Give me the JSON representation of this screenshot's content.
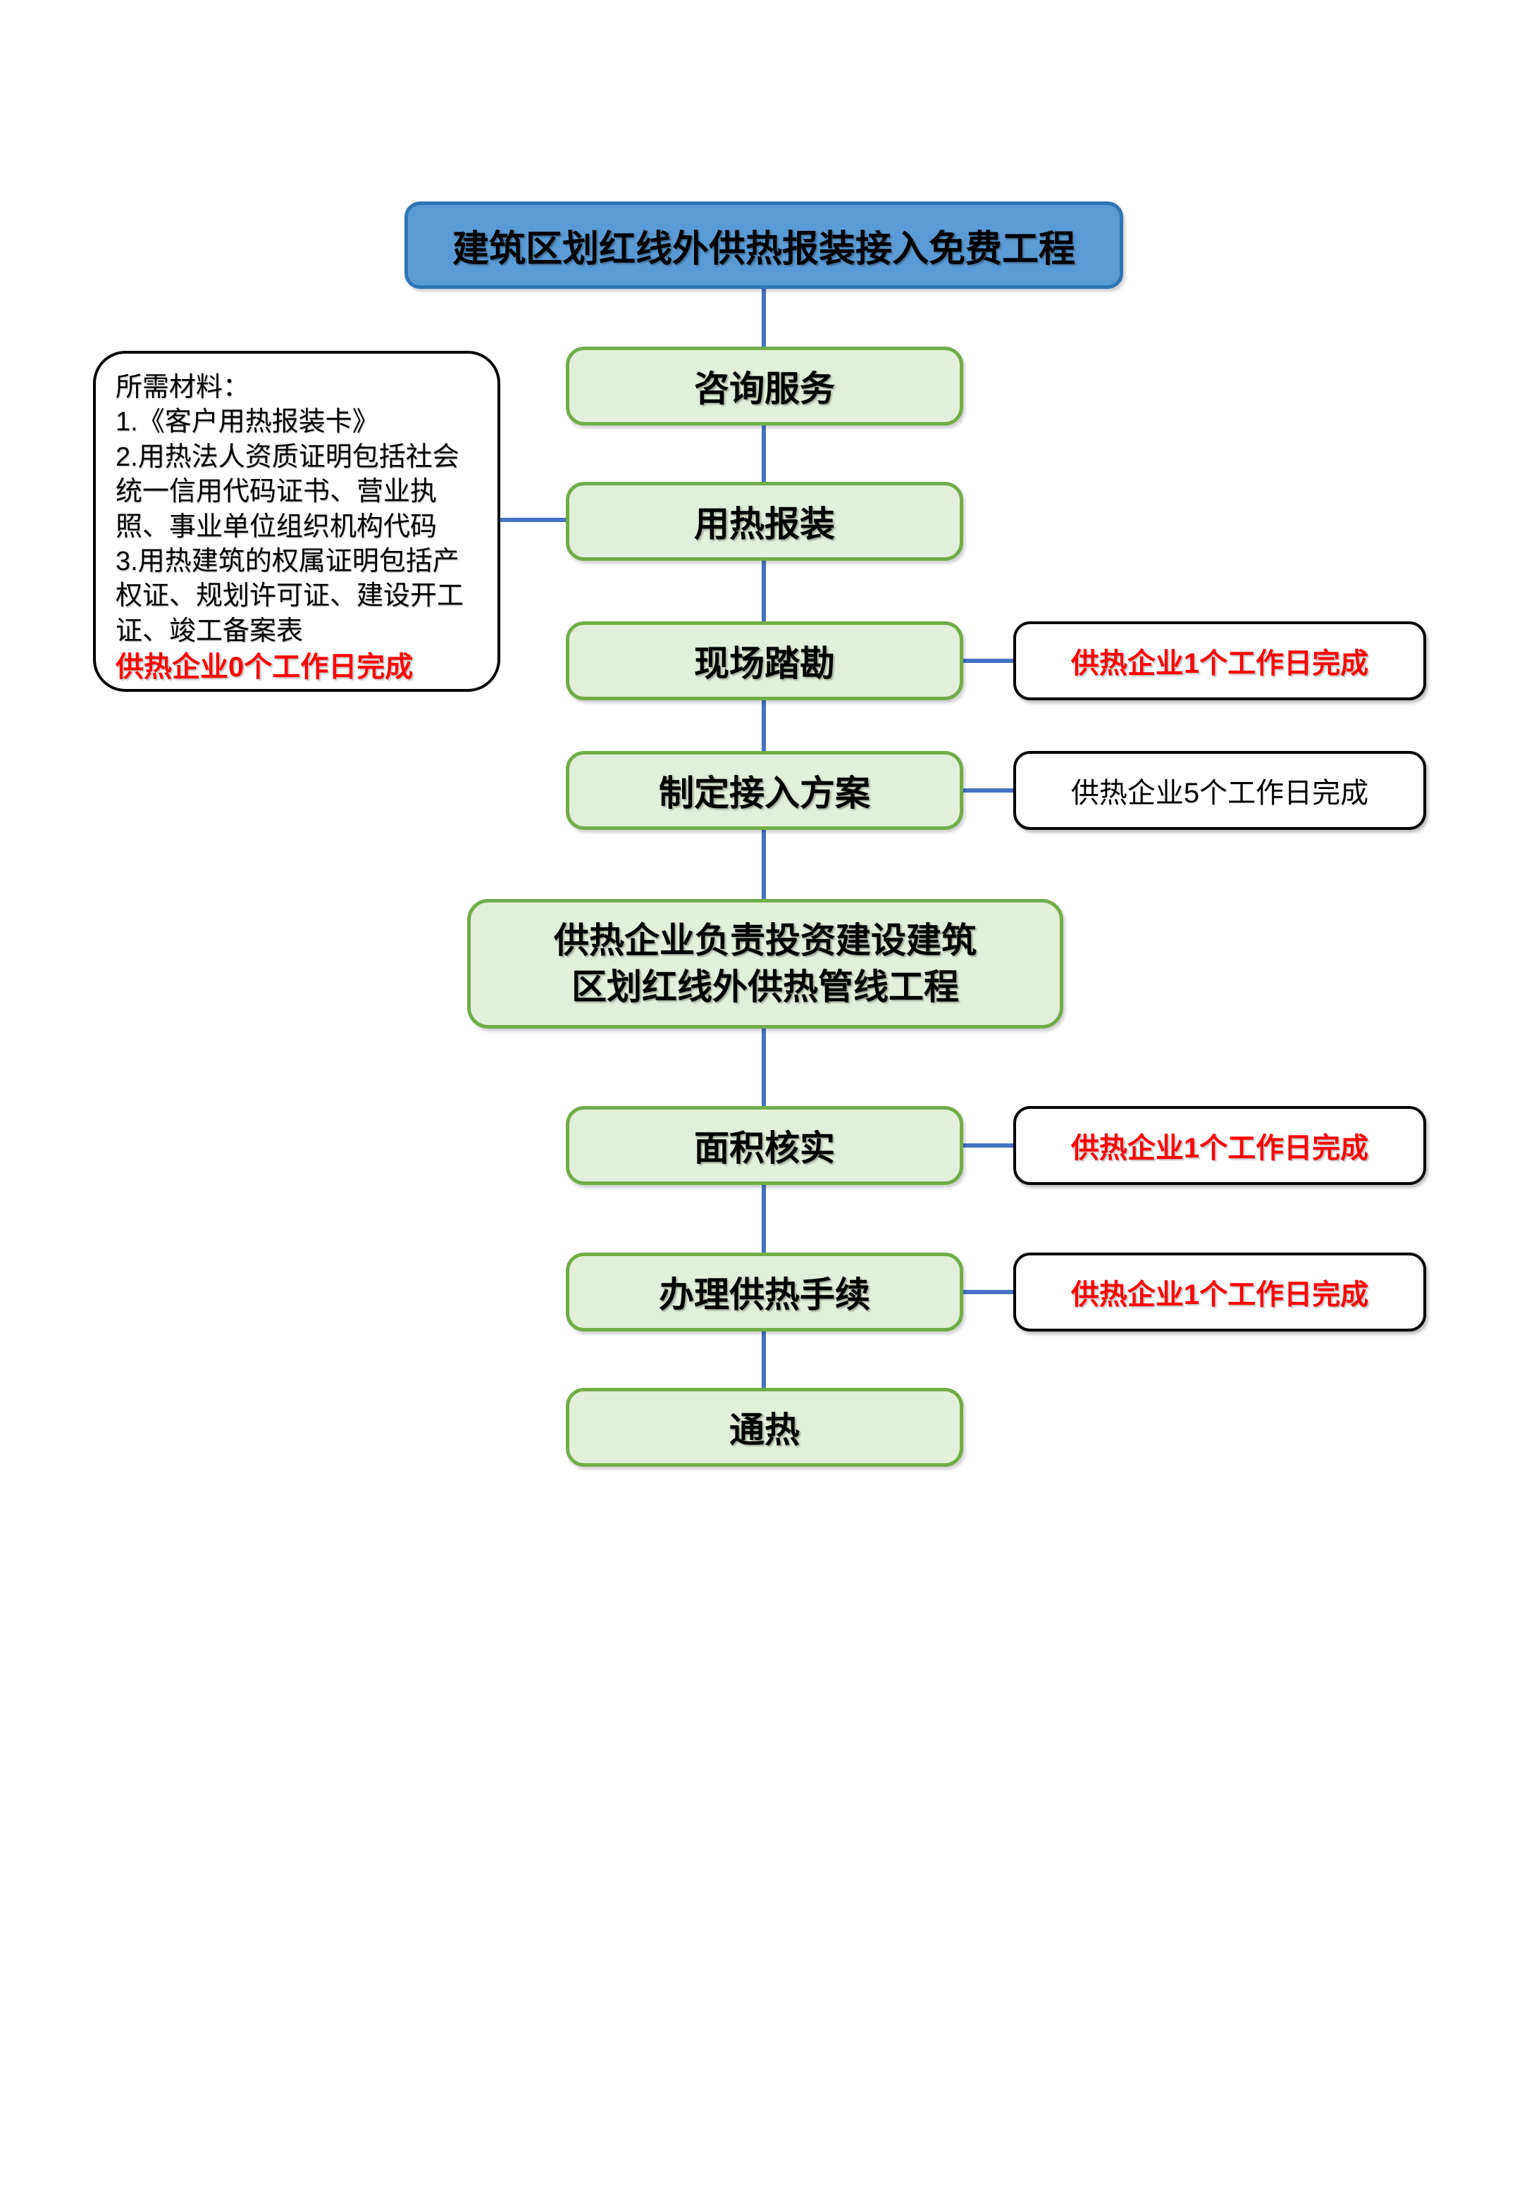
{
  "title": "建筑区划红线外供热报装接入免费工程",
  "materials": {
    "header": "所需材料：",
    "items": [
      "1.《客户用热报装卡》",
      "2.用热法人资质证明包括社会统一信用代码证书、营业执照、事业单位组织机构代码",
      "3.用热建筑的权属证明包括产权证、规划许可证、建设开工证、竣工备案表"
    ],
    "deadline": "供热企业0个工作日完成"
  },
  "steps": [
    {
      "label": "咨询服务"
    },
    {
      "label": "用热报装"
    },
    {
      "label": "现场踏勘",
      "note": "供热企业1个工作日完成",
      "note_emphasis": true
    },
    {
      "label": "制定接入方案",
      "note": "供热企业5个工作日完成",
      "note_emphasis": false
    },
    {
      "label": "供热企业负责投资建设建筑\n区划红线外供热管线工程"
    },
    {
      "label": "面积核实",
      "note": "供热企业1个工作日完成",
      "note_emphasis": true
    },
    {
      "label": "办理供热手续",
      "note": "供热企业1个工作日完成",
      "note_emphasis": true
    },
    {
      "label": "通热"
    }
  ],
  "colors": {
    "title_fill": "#5B9BD5",
    "title_border": "#2E75B6",
    "step_fill": "#E2EFDA",
    "step_border": "#70AD47",
    "connector": "#4472C4",
    "note_bg": "#FFFFFF",
    "note_border": "#000000",
    "emphasis_red": "#FF0000",
    "text": "#000000"
  }
}
